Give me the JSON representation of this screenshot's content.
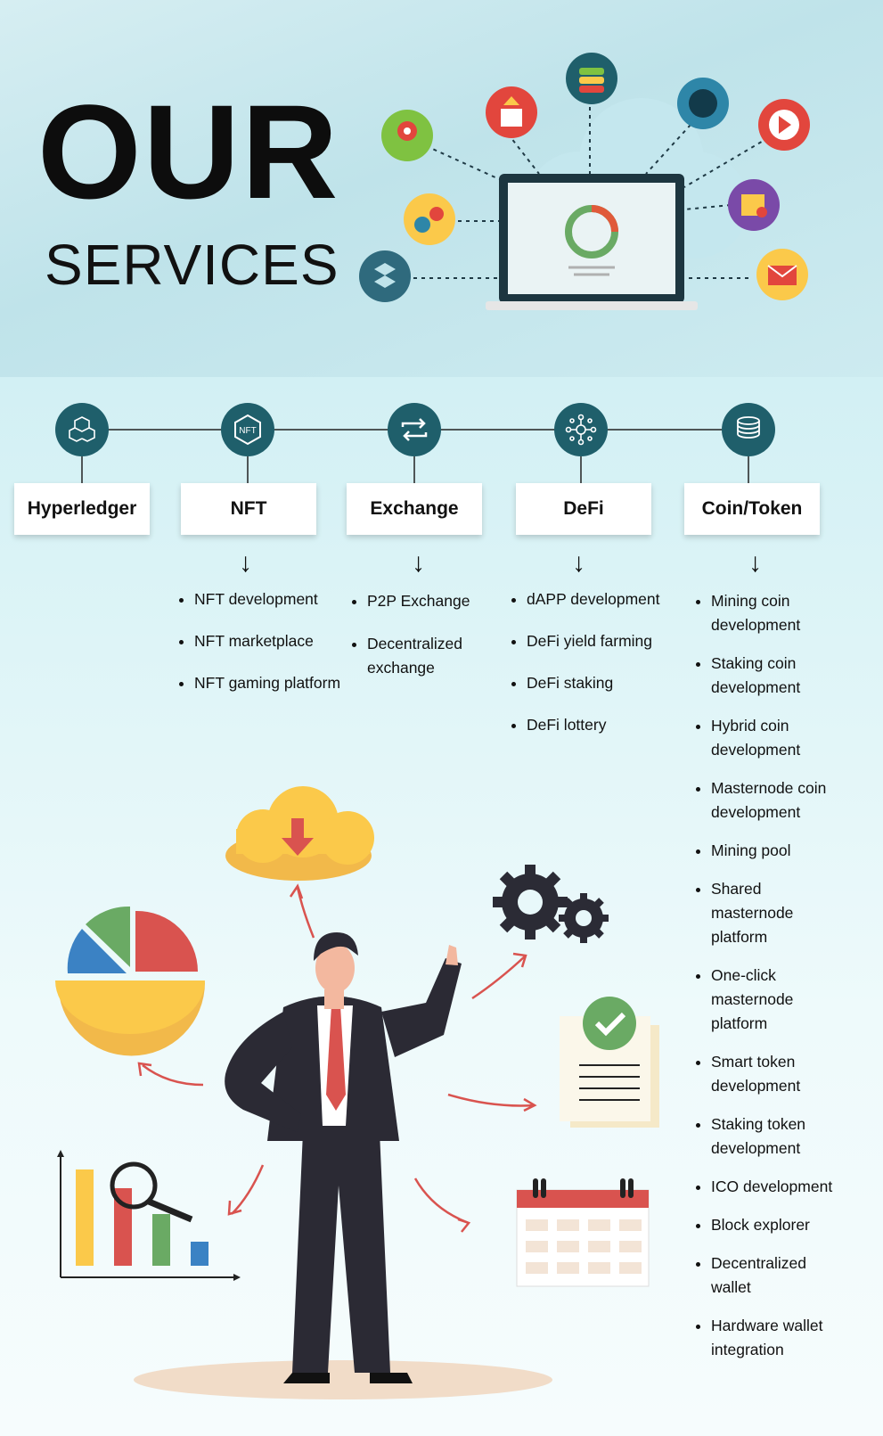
{
  "header": {
    "title_line1": "OUR",
    "title_line2": "SERVICES"
  },
  "hero_icons": [
    "map-pin-icon",
    "upload-icon",
    "database-icon",
    "globe-icon",
    "play-icon",
    "settings-icon",
    "package-icon",
    "dropbox-icon",
    "mail-icon",
    "laptop-icon"
  ],
  "categories": [
    {
      "label": "Hyperledger",
      "icon": "blockchain-cube-icon",
      "items": []
    },
    {
      "label": "NFT",
      "icon": "nft-badge-icon",
      "items": [
        "NFT development",
        "NFT marketplace",
        "NFT gaming platform"
      ]
    },
    {
      "label": "Exchange",
      "icon": "exchange-arrows-icon",
      "items": [
        "P2P Exchange",
        "Decentralized exchange"
      ]
    },
    {
      "label": "DeFi",
      "icon": "network-node-icon",
      "items": [
        "dAPP development",
        "DeFi yield farming",
        "DeFi staking",
        "DeFi lottery"
      ]
    },
    {
      "label": "Coin/Token",
      "icon": "coin-stack-icon",
      "items": [
        "Mining coin development",
        "Staking coin development",
        "Hybrid coin development",
        "Masternode coin development",
        "Mining pool",
        "Shared masternode platform",
        "One-click masternode platform",
        "Smart token development",
        "Staking token development",
        "ICO development",
        "Block explorer",
        "Decentralized wallet",
        "Hardware wallet integration"
      ]
    }
  ],
  "colors": {
    "teal": "#1f5f6b",
    "accent_red": "#d9534f",
    "yellow": "#fbc94a",
    "green": "#6aaa64",
    "blue": "#3b82c4"
  }
}
